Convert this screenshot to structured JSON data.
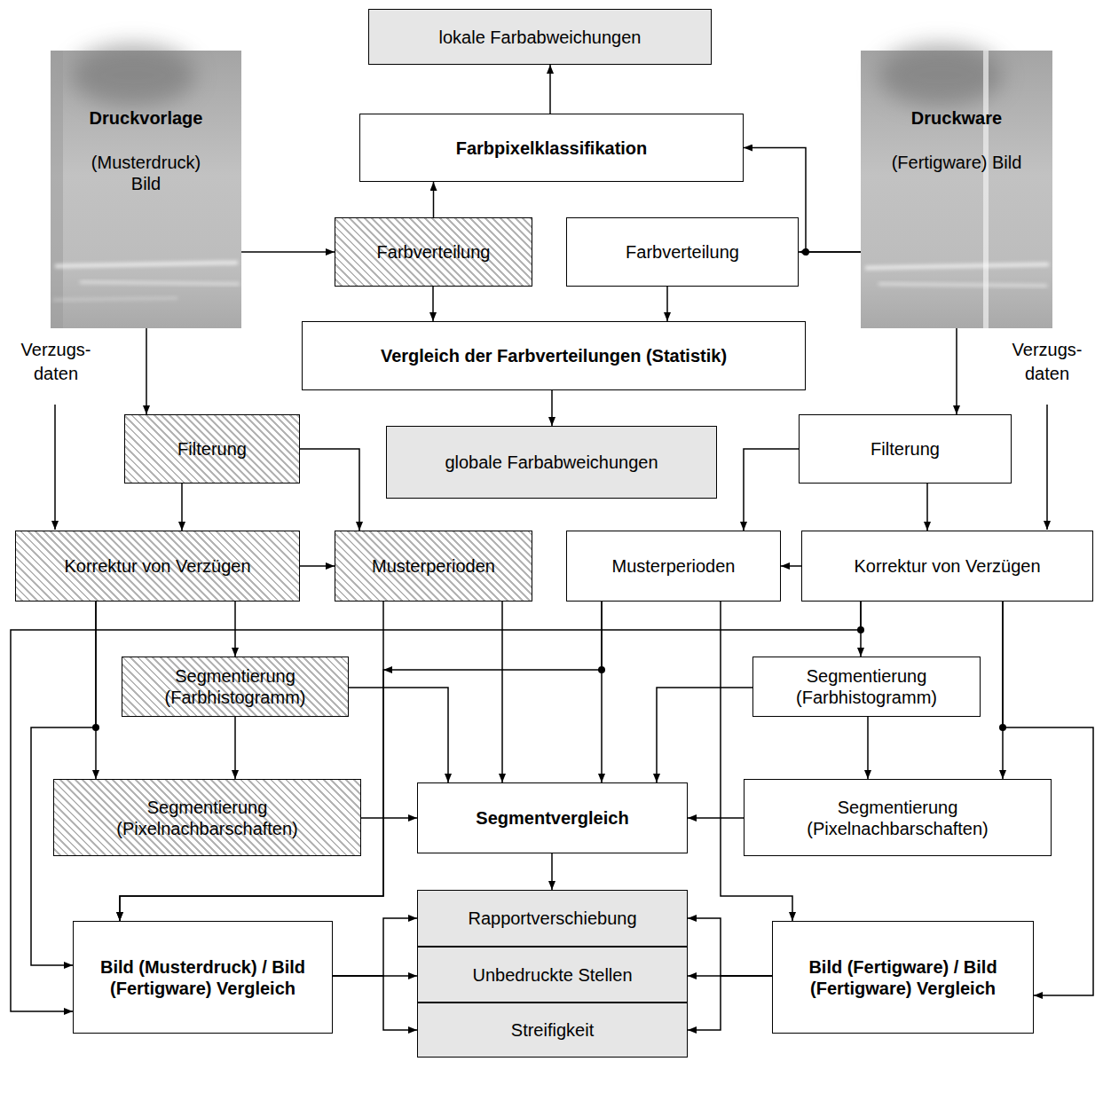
{
  "diagram": {
    "nodes": [
      {
        "text": [
          "lokale Farbabweichungen"
        ]
      },
      {
        "text": [
          "Druckvorlage",
          "(Musterdruck) Bild"
        ]
      },
      {
        "text": [
          "Farbpixelklassifikation"
        ]
      },
      {
        "text": [
          "Druckware",
          "(Fertigware) Bild"
        ]
      },
      {
        "text": [
          "Farbverteilung"
        ]
      },
      {
        "text": [
          "Farbverteilung"
        ]
      },
      {
        "text": [
          "Vergleich der Farbverteilungen (Statistik)"
        ]
      },
      {
        "text": [
          "globale Farbabweichungen"
        ]
      },
      {
        "text": [
          "Filterung"
        ]
      },
      {
        "text": [
          "Filterung"
        ]
      },
      {
        "text": [
          "Korrektur von Verzügen"
        ]
      },
      {
        "text": [
          "Musterperioden"
        ]
      },
      {
        "text": [
          "Musterperioden"
        ]
      },
      {
        "text": [
          "Korrektur von Verzügen"
        ]
      },
      {
        "text": [
          "Segmentierung (Farbhistogramm)"
        ]
      },
      {
        "text": [
          "Segmentierung (Farbhistogramm)"
        ]
      },
      {
        "text": [
          "Segmentierung (Pixelnachbarschaften)"
        ]
      },
      {
        "text": [
          "Segmentvergleich"
        ]
      },
      {
        "text": [
          "Segmentierung (Pixelnachbarschaften)"
        ]
      },
      {
        "text": [
          "Rapportverschiebung"
        ]
      },
      {
        "text": [
          "Bild (Musterdruck) / Bild (Fertigware) Vergleich"
        ]
      },
      {
        "text": [
          "Unbedruckte Stellen"
        ]
      },
      {
        "text": [
          "Bild (Fertigware) / Bild (Fertigware) Vergleich"
        ]
      },
      {
        "text": [
          "Streifigkeit"
        ]
      }
    ],
    "edges": [
      {
        "from": 1,
        "to": 4,
        "arrow": "to"
      },
      {
        "from": 4,
        "to": 2,
        "arrow": "to"
      },
      {
        "from": 2,
        "to": 0,
        "arrow": "to"
      },
      {
        "from": 3,
        "to": 5,
        "arrow": "to"
      },
      {
        "from": 3,
        "to": 2,
        "arrow": "to"
      },
      {
        "from": 4,
        "to": 6,
        "arrow": "to"
      },
      {
        "from": 5,
        "to": 6,
        "arrow": "to"
      },
      {
        "from": 6,
        "to": 7,
        "arrow": "to"
      },
      {
        "from": 1,
        "to": 8,
        "arrow": "to"
      },
      {
        "from": 8,
        "to": 10,
        "arrow": "to"
      },
      {
        "from": 8,
        "to": 11,
        "arrow": "to"
      },
      {
        "from": 10,
        "to": 11,
        "arrow": "to"
      },
      {
        "from": 3,
        "to": 9,
        "arrow": "to"
      },
      {
        "from": 9,
        "to": 12,
        "arrow": "to"
      },
      {
        "from": 9,
        "to": 13,
        "arrow": "to"
      },
      {
        "from": 13,
        "to": 12,
        "arrow": "to"
      },
      {
        "from": 10,
        "to": 14,
        "arrow": "to"
      },
      {
        "from": 10,
        "to": 16,
        "arrow": "to"
      },
      {
        "from": 10,
        "to": 20,
        "arrow": "to"
      },
      {
        "from": 11,
        "to": 17,
        "arrow": "to"
      },
      {
        "from": 11,
        "to": 20,
        "arrow": "to"
      },
      {
        "from": 12,
        "to": 17,
        "arrow": "to"
      },
      {
        "from": 12,
        "to": 20,
        "arrow": "to"
      },
      {
        "from": 12,
        "to": 22,
        "arrow": "to"
      },
      {
        "from": 13,
        "to": 15,
        "arrow": "to"
      },
      {
        "from": 13,
        "to": 18,
        "arrow": "to"
      },
      {
        "from": 13,
        "to": 20,
        "arrow": "to"
      },
      {
        "from": 13,
        "to": 22,
        "arrow": "to"
      },
      {
        "from": 14,
        "to": 16,
        "arrow": "to"
      },
      {
        "from": 14,
        "to": 17,
        "arrow": "to"
      },
      {
        "from": 16,
        "to": 17,
        "arrow": "to"
      },
      {
        "from": 15,
        "to": 18,
        "arrow": "to"
      },
      {
        "from": 15,
        "to": 17,
        "arrow": "to"
      },
      {
        "from": 18,
        "to": 17,
        "arrow": "to"
      },
      {
        "from": 17,
        "to": 19,
        "arrow": "to"
      },
      {
        "from": 20,
        "to": 19,
        "arrow": "to"
      },
      {
        "from": 20,
        "to": 21,
        "arrow": "to"
      },
      {
        "from": 20,
        "to": 23,
        "arrow": "to"
      },
      {
        "from": 22,
        "to": 19,
        "arrow": "to"
      },
      {
        "from": 22,
        "to": 21,
        "arrow": "to"
      },
      {
        "from": 22,
        "to": 23,
        "arrow": "to"
      }
    ],
    "labels": [
      "Verzugs- daten",
      "Verzugs- daten"
    ]
  }
}
